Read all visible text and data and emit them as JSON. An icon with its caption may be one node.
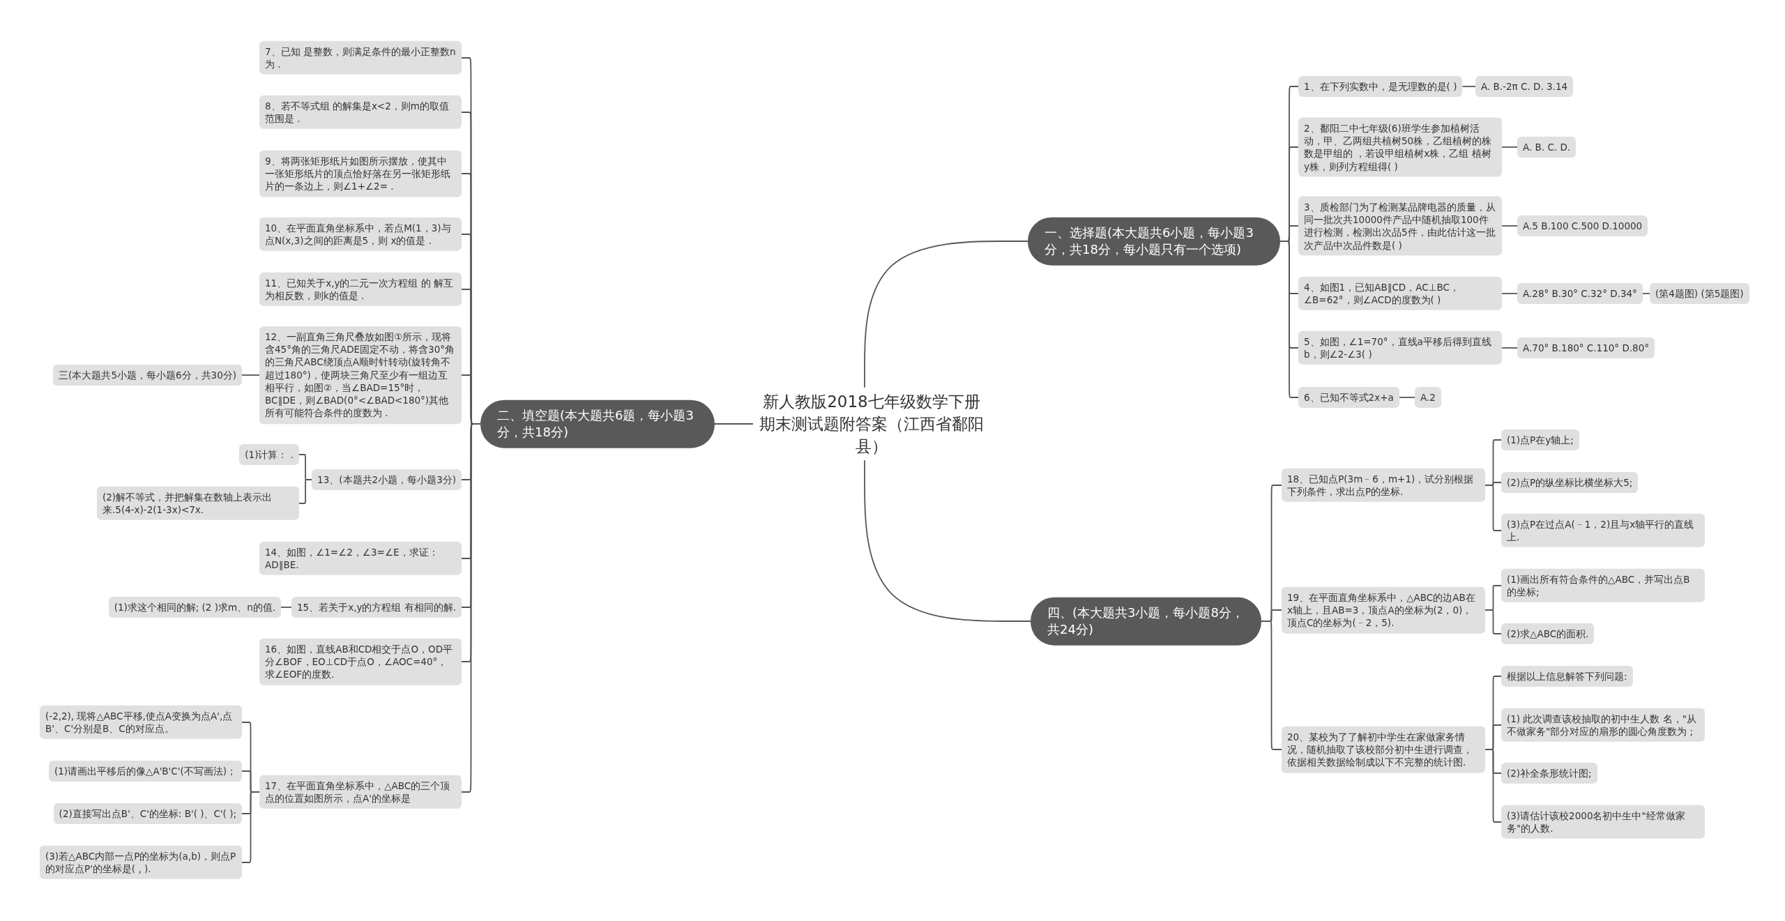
{
  "diagram": {
    "nodes": [
      {
        "text": [
          "新人教版2018七年级数学下册期末测试题附答案（江西省鄱阳县）"
        ]
      },
      {
        "text": [
          "一、选择题(本大题共6小题，每小题3分，共18分，每小题只有一个选项)"
        ]
      },
      {
        "text": [
          "1、在下列实数中，是无理数的是( )"
        ]
      },
      {
        "text": [
          "A. B.-2π C. D. 3.14"
        ]
      },
      {
        "text": [
          "2、鄱阳二中七年级(6)班学生参加植树活动，甲、乙两组共植树50株，乙组植树的株数是甲组的 ，若设甲组植树x株，乙组 植树y株，则列方程组得( )"
        ]
      },
      {
        "text": [
          "A. B. C. D."
        ]
      },
      {
        "text": [
          "3、质检部门为了检测某品牌电器的质量，从同一批次共10000件产品中随机抽取100件进行检测，检测出次品5件，由此估计这一批次产品中次品件数是( )"
        ]
      },
      {
        "text": [
          "A.5 B.100 C.500 D.10000"
        ]
      },
      {
        "text": [
          "4、如图1，已知AB∥CD，AC⊥BC，∠B=62°，则∠ACD的度数为( )"
        ]
      },
      {
        "text": [
          "A.28° B.30° C.32° D.34°"
        ]
      },
      {
        "text": [
          "(第4题图) (第5题图)"
        ]
      },
      {
        "text": [
          "5、如图，∠1=70°，直线a平移后得到直线b，则∠2-∠3( )"
        ]
      },
      {
        "text": [
          "A.70° B.180° C.110° D.80°"
        ]
      },
      {
        "text": [
          "6、已知不等式2x+a"
        ]
      },
      {
        "text": [
          "A.2"
        ]
      },
      {
        "text": [
          "四、(本大题共3小题，每小题8分，共24分)"
        ]
      },
      {
        "text": [
          "18、已知点P(3m﹣6，m+1)，试分别根据下列条件，求出点P的坐标."
        ]
      },
      {
        "text": [
          "(1)点P在y轴上;"
        ]
      },
      {
        "text": [
          "(2)点P的纵坐标比横坐标大5;"
        ]
      },
      {
        "text": [
          "(3)点P在过点A(﹣1，2)且与x轴平行的直线上."
        ]
      },
      {
        "text": [
          "19、在平面直角坐标系中，△ABC的边AB在x轴上，且AB=3，顶点A的坐标为(2，0)，顶点C的坐标为(﹣2，5)."
        ]
      },
      {
        "text": [
          "(1)画出所有符合条件的△ABC，并写出点B的坐标;"
        ]
      },
      {
        "text": [
          "(2)求△ABC的面积."
        ]
      },
      {
        "text": [
          "20、某校为了了解初中学生在家做家务情况，随机抽取了该校部分初中生进行调查，依据相关数据绘制成以下不完整的统计图."
        ]
      },
      {
        "text": [
          "根据以上信息解答下列问题:"
        ]
      },
      {
        "text": [
          "(1) 此次调查该校抽取的初中生人数 名，\"从不做家务\"部分对应的扇形的圆心角度数为 ;"
        ]
      },
      {
        "text": [
          "(2)补全条形统计图;"
        ]
      },
      {
        "text": [
          "(3)请估计该校2000名初中生中\"经常做家务\"的人数."
        ]
      },
      {
        "text": [
          "二、填空题(本大题共6题，每小题3分，共18分)"
        ]
      },
      {
        "text": [
          "7、已知 是整数，则满足条件的最小正整数n为 ."
        ]
      },
      {
        "text": [
          "8、若不等式组 的解集是x<2，则m的取值范围是 ."
        ]
      },
      {
        "text": [
          "9、将两张矩形纸片如图所示摆放，使其中一张矩形纸片的顶点恰好落在另一张矩形纸片的一条边上，则∠1+∠2= ."
        ]
      },
      {
        "text": [
          "10、在平面直角坐标系中，若点M(1，3)与点N(x,3)之间的距离是5，则 x的值是 ."
        ]
      },
      {
        "text": [
          "11、已知关于x,y的二元一次方程组 的 解互为相反数，则k的值是 ."
        ]
      },
      {
        "text": [
          "12、一副直角三角尺叠放如图①所示，现将含45°角的三角尺ADE固定不动，将含30°角的三角尺ABC绕顶点A顺时针转动(旋转角不超过180°)，使两块三角尺至少有一组边互相平行，如图②，当∠BAD=15°时，BC∥DE，则∠BAD(0°<∠BAD<180°)其他所有可能符合条件的度数为 ."
        ]
      },
      {
        "text": [
          "三(本大题共5小题，每小题6分，共30分)"
        ]
      },
      {
        "text": [
          "13、(本题共2小题，每小题3分)"
        ]
      },
      {
        "text": [
          "(1)计算： ."
        ]
      },
      {
        "text": [
          "(2)解不等式，并把解集在数轴上表示出来.5(4-x)-2(1-3x)<7x."
        ]
      },
      {
        "text": [
          "14、如图，∠1=∠2，∠3=∠E，求证：AD∥BE."
        ]
      },
      {
        "text": [
          "15、若关于x,y的方程组 有相同的解."
        ]
      },
      {
        "text": [
          "(1)求这个相同的解; (2 )求m、n的值."
        ]
      },
      {
        "text": [
          "16、如图，直线AB和CD相交于点O，OD平分∠BOF，EO⊥CD于点O，∠AOC=40°，求∠EOF的度数."
        ]
      },
      {
        "text": [
          "17、在平面直角坐标系中，△ABC的三个顶点的位置如图所示，点A'的坐标是"
        ]
      },
      {
        "text": [
          "(-2,2), 现将△ABC平移,使点A变换为点A',点B'、C'分别是B、C的对应点。"
        ]
      },
      {
        "text": [
          "(1)请画出平移后的像△A'B'C'(不写画法)；"
        ]
      },
      {
        "text": [
          "(2)直接写出点B'、C'的坐标: B'( )、C'( );"
        ]
      },
      {
        "text": [
          "(3)若△ABC内部一点P的坐标为(a,b)，则点P的对应点P'的坐标是( , )."
        ]
      }
    ],
    "edges": [
      {
        "from": 0,
        "to": 1,
        "arrow": "none"
      },
      {
        "from": 1,
        "to": 2,
        "arrow": "none"
      },
      {
        "from": 2,
        "to": 3,
        "arrow": "none"
      },
      {
        "from": 1,
        "to": 4,
        "arrow": "none"
      },
      {
        "from": 4,
        "to": 5,
        "arrow": "none"
      },
      {
        "from": 1,
        "to": 6,
        "arrow": "none"
      },
      {
        "from": 6,
        "to": 7,
        "arrow": "none"
      },
      {
        "from": 1,
        "to": 8,
        "arrow": "none"
      },
      {
        "from": 8,
        "to": 9,
        "arrow": "none"
      },
      {
        "from": 9,
        "to": 10,
        "arrow": "none"
      },
      {
        "from": 1,
        "to": 11,
        "arrow": "none"
      },
      {
        "from": 11,
        "to": 12,
        "arrow": "none"
      },
      {
        "from": 1,
        "to": 13,
        "arrow": "none"
      },
      {
        "from": 13,
        "to": 14,
        "arrow": "none"
      },
      {
        "from": 0,
        "to": 15,
        "arrow": "none"
      },
      {
        "from": 15,
        "to": 16,
        "arrow": "none"
      },
      {
        "from": 16,
        "to": 17,
        "arrow": "none"
      },
      {
        "from": 16,
        "to": 18,
        "arrow": "none"
      },
      {
        "from": 16,
        "to": 19,
        "arrow": "none"
      },
      {
        "from": 15,
        "to": 20,
        "arrow": "none"
      },
      {
        "from": 20,
        "to": 21,
        "arrow": "none"
      },
      {
        "from": 20,
        "to": 22,
        "arrow": "none"
      },
      {
        "from": 15,
        "to": 23,
        "arrow": "none"
      },
      {
        "from": 23,
        "to": 24,
        "arrow": "none"
      },
      {
        "from": 23,
        "to": 25,
        "arrow": "none"
      },
      {
        "from": 23,
        "to": 26,
        "arrow": "none"
      },
      {
        "from": 23,
        "to": 27,
        "arrow": "none"
      },
      {
        "from": 0,
        "to": 28,
        "arrow": "none"
      },
      {
        "from": 28,
        "to": 29,
        "arrow": "none"
      },
      {
        "from": 28,
        "to": 30,
        "arrow": "none"
      },
      {
        "from": 28,
        "to": 31,
        "arrow": "none"
      },
      {
        "from": 28,
        "to": 32,
        "arrow": "none"
      },
      {
        "from": 28,
        "to": 33,
        "arrow": "none"
      },
      {
        "from": 28,
        "to": 34,
        "arrow": "none"
      },
      {
        "from": 34,
        "to": 35,
        "arrow": "none"
      },
      {
        "from": 28,
        "to": 36,
        "arrow": "none"
      },
      {
        "from": 36,
        "to": 37,
        "arrow": "none"
      },
      {
        "from": 36,
        "to": 38,
        "arrow": "none"
      },
      {
        "from": 28,
        "to": 39,
        "arrow": "none"
      },
      {
        "from": 28,
        "to": 40,
        "arrow": "none"
      },
      {
        "from": 40,
        "to": 41,
        "arrow": "none"
      },
      {
        "from": 28,
        "to": 42,
        "arrow": "none"
      },
      {
        "from": 28,
        "to": 43,
        "arrow": "none"
      },
      {
        "from": 43,
        "to": 44,
        "arrow": "none"
      },
      {
        "from": 43,
        "to": 45,
        "arrow": "none"
      },
      {
        "from": 43,
        "to": 46,
        "arrow": "none"
      },
      {
        "from": 43,
        "to": 47,
        "arrow": "none"
      }
    ]
  }
}
